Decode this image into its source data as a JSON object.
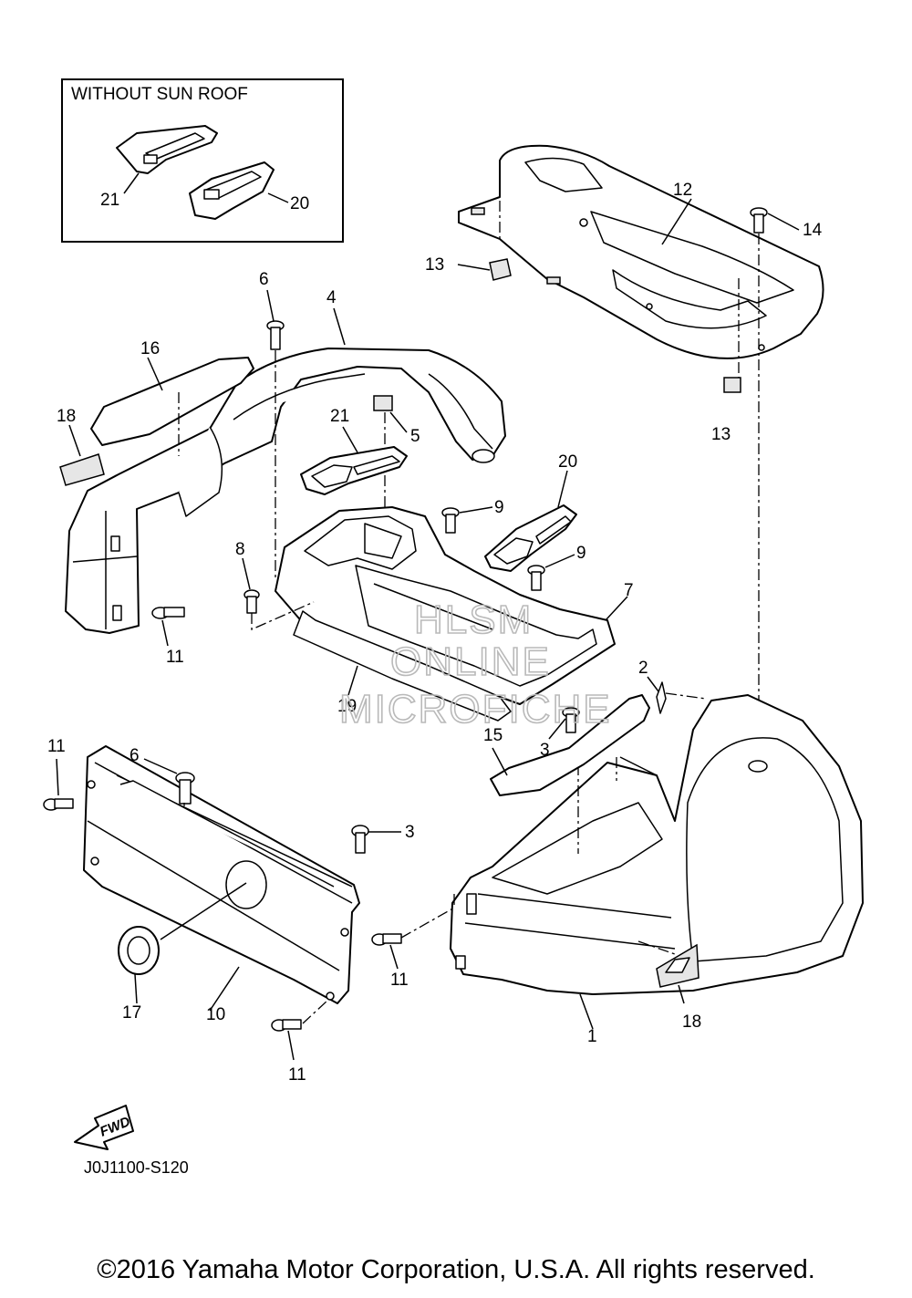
{
  "inset_title": "WITHOUT SUN ROOF",
  "callouts": {
    "c1": "1",
    "c2": "2",
    "c3a": "3",
    "c3b": "3",
    "c4": "4",
    "c5": "5",
    "c6a": "6",
    "c6b": "6",
    "c7": "7",
    "c8": "8",
    "c9a": "9",
    "c9b": "9",
    "c10": "10",
    "c11a": "11",
    "c11b": "11",
    "c11c": "11",
    "c11d": "11",
    "c12": "12",
    "c13a": "13",
    "c13b": "13",
    "c14": "14",
    "c15": "15",
    "c16": "16",
    "c17": "17",
    "c18a": "18",
    "c18b": "18",
    "c19": "19",
    "c20a": "20",
    "c20b": "20",
    "c21a": "21",
    "c21b": "21"
  },
  "watermark": [
    "HLSM",
    "ONLINE",
    "MICROFICHE"
  ],
  "fwd_label": "FWD",
  "diagram_code": "J0J1100-S120",
  "copyright": "©2016 Yamaha Motor Corporation, U.S.A. All rights reserved."
}
